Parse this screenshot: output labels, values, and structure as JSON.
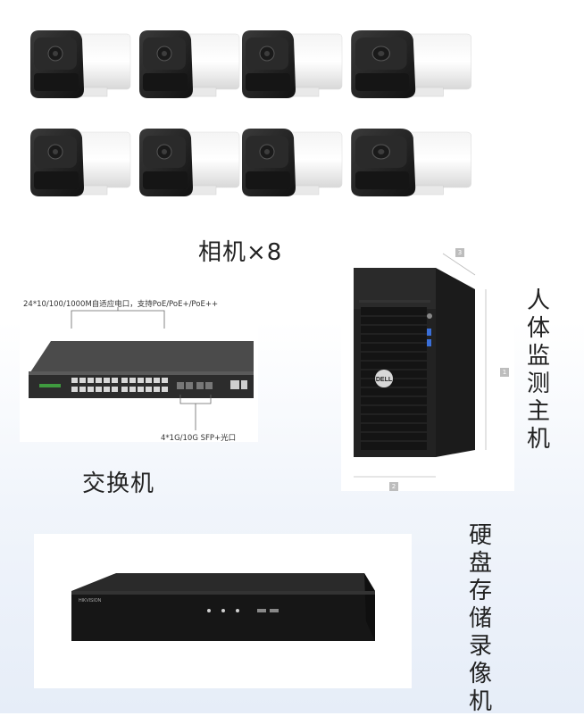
{
  "cameras": {
    "caption": "相机×8",
    "count": 8
  },
  "switch": {
    "caption": "交换机",
    "top_annotation": "24*10/100/1000M自适应电口，支持PoE/PoE+/PoE++",
    "bottom_annotation": "4*1G/10G SFP+光口"
  },
  "host": {
    "vertical_label": [
      "人",
      "体",
      "监",
      "测",
      "主",
      "机"
    ],
    "brand": "DELL",
    "dimension_tags": [
      "3",
      "1",
      "2"
    ]
  },
  "nvr": {
    "vertical_label": [
      "硬",
      "盘",
      "存",
      "储",
      "录",
      "像",
      "机"
    ],
    "brand": "HIKVISION"
  }
}
